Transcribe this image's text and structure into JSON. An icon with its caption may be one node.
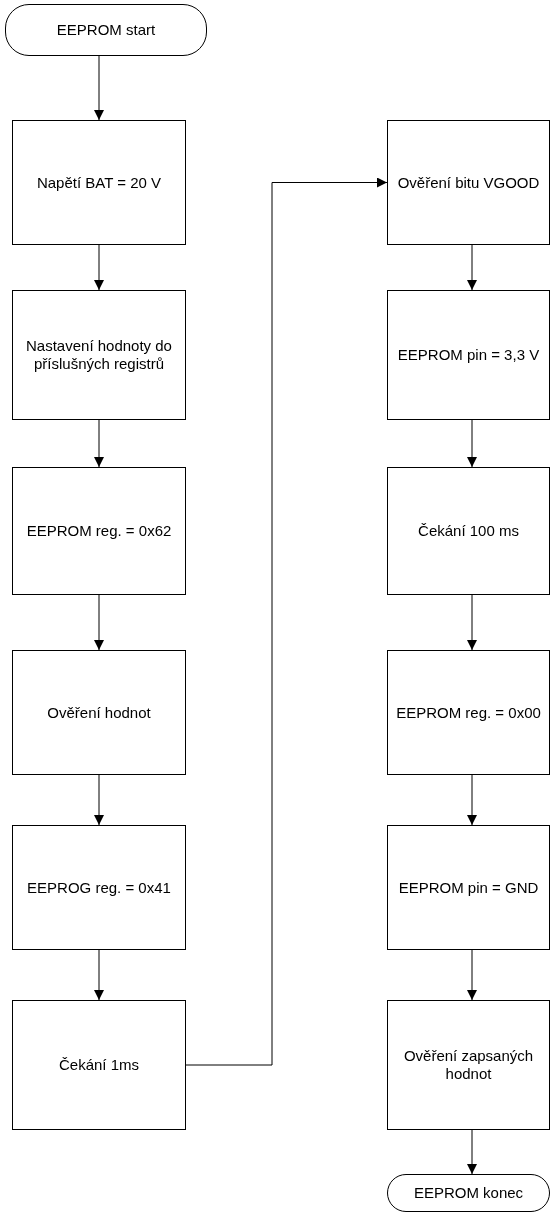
{
  "diagram": {
    "nodes": [
      {
        "text": [
          "EEPROM start"
        ]
      },
      {
        "text": [
          "Napětí BAT = 20 V"
        ]
      },
      {
        "text": [
          "Nastavení hodnoty do příslušných registrů"
        ]
      },
      {
        "text": [
          "EEPROM reg. = 0x62"
        ]
      },
      {
        "text": [
          "Ověření hodnot"
        ]
      },
      {
        "text": [
          "EEPROG reg. = 0x41"
        ]
      },
      {
        "text": [
          "Čekání 1ms"
        ]
      },
      {
        "text": [
          "Ověření bitu VGOOD"
        ]
      },
      {
        "text": [
          "EEPROM pin = 3,3 V"
        ]
      },
      {
        "text": [
          "Čekání 100 ms"
        ]
      },
      {
        "text": [
          "EEPROM reg. = 0x00"
        ]
      },
      {
        "text": [
          "EEPROM pin = GND"
        ]
      },
      {
        "text": [
          "Ověření zapsaných hodnot"
        ]
      },
      {
        "text": [
          "EEPROM konec"
        ]
      }
    ],
    "edges": [
      {
        "from": 0,
        "to": 1,
        "arrow": "to"
      },
      {
        "from": 1,
        "to": 2,
        "arrow": "to"
      },
      {
        "from": 2,
        "to": 3,
        "arrow": "to"
      },
      {
        "from": 3,
        "to": 4,
        "arrow": "to"
      },
      {
        "from": 4,
        "to": 5,
        "arrow": "to"
      },
      {
        "from": 5,
        "to": 6,
        "arrow": "to"
      },
      {
        "from": 6,
        "to": 7,
        "arrow": "to"
      },
      {
        "from": 7,
        "to": 8,
        "arrow": "to"
      },
      {
        "from": 8,
        "to": 9,
        "arrow": "to"
      },
      {
        "from": 9,
        "to": 10,
        "arrow": "to"
      },
      {
        "from": 10,
        "to": 11,
        "arrow": "to"
      },
      {
        "from": 11,
        "to": 12,
        "arrow": "to"
      },
      {
        "from": 12,
        "to": 13,
        "arrow": "to"
      }
    ]
  }
}
